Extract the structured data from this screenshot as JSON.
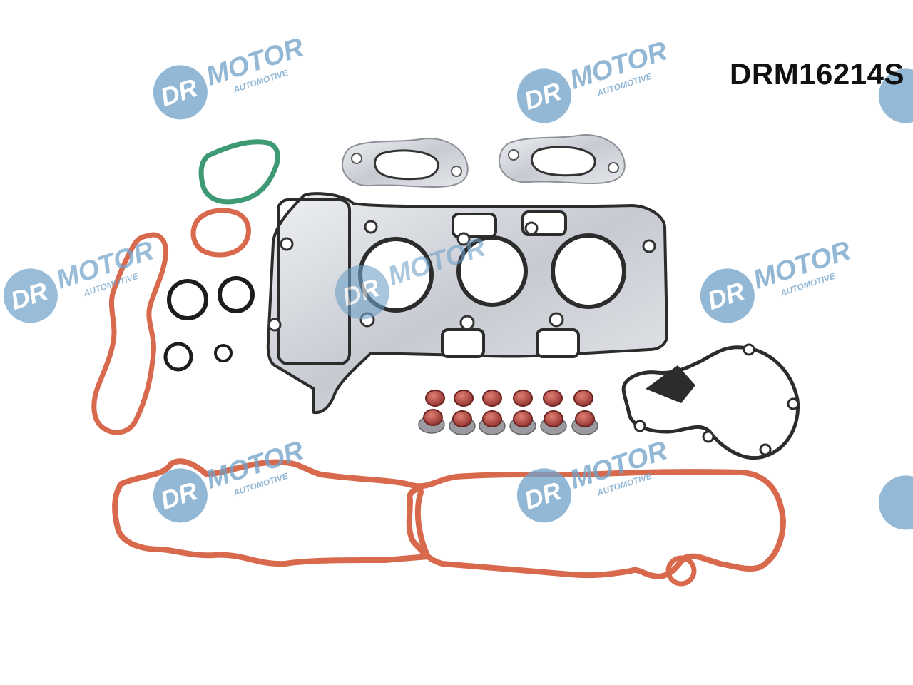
{
  "product": {
    "part_number": "DRM16214S"
  },
  "watermark": {
    "brand_prefix": "DR",
    "brand_name": "MOTOR",
    "brand_tagline": "AUTOMOTIVE",
    "color": "#6fa1c8"
  },
  "colors": {
    "rubber_orange": "#d9694d",
    "rubber_green": "#3e9a75",
    "metal_dark": "#2c2c2c",
    "metal_silver": "#c9c9cf",
    "seal_red": "#b54a44"
  }
}
